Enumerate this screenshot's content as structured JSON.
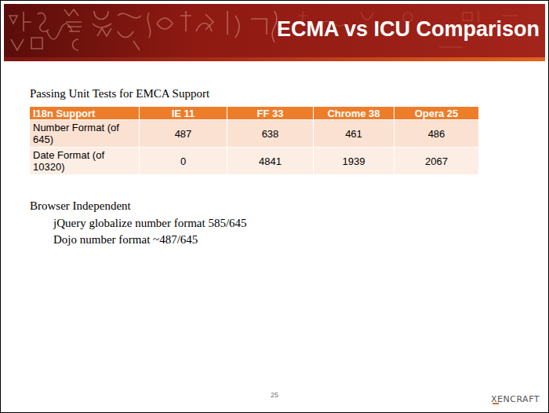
{
  "diagram": {
    "title": "ECMA vs ICU Comparison",
    "labels": [
      "Passing Unit Tests for EMCA Support",
      "I18n Support",
      "IE 11",
      "FF 33",
      "Chrome 38",
      "Opera 25",
      "Number Format (of 645)",
      "487",
      "638",
      "461",
      "486",
      "Date Format (of 10320)",
      "0",
      "4841",
      "1939",
      "2067",
      "Browser Independent",
      "jQuery globalize number format 585/645",
      "Dojo number format ~487/645",
      "25",
      "XENCRAFT"
    ]
  }
}
